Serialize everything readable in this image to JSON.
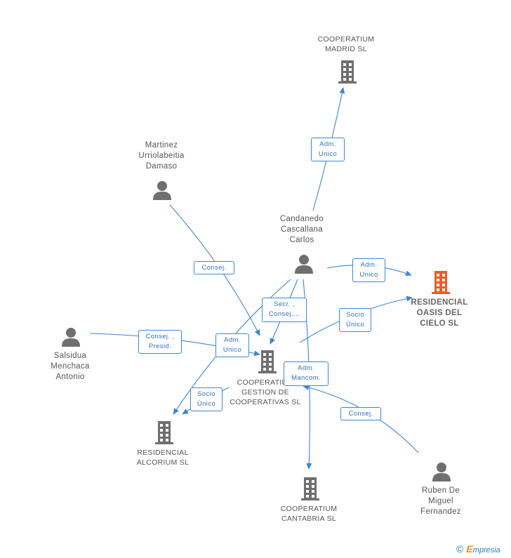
{
  "nodes": {
    "cooperatium_madrid": {
      "label": "COOPERATIUM\nMADRID SL"
    },
    "martinez": {
      "label": "Martinez\nUrriolabeitia\nDamaso"
    },
    "candanedo": {
      "label": "Candanedo\nCascallana\nCarlos"
    },
    "residencial_oasis": {
      "label": "RESIDENCIAL\nOASIS DEL\nCIELO SL"
    },
    "salsidua": {
      "label": "Salsidua\nMenchaca\nAntonio"
    },
    "gestion": {
      "label": "COOPERATIUM\nGESTION DE\nCOOPERATIVAS SL"
    },
    "residencial_alcorium": {
      "label": "RESIDENCIAL\nALCORIUM SL"
    },
    "cooperatium_cantabria": {
      "label": "COOPERATIUM\nCANTABRIA SL"
    },
    "ruben": {
      "label": "Ruben De\nMiguel\nFernandez"
    }
  },
  "edges": {
    "adm_unico_madrid": "Adm.\nUnico",
    "consej_martinez": "Consej.",
    "adm_unico_oasis": "Adm.\nUnico",
    "secr_consej": "Secr. ,\nConsej....",
    "socio_unico_oasis": "Socio\nÚnico",
    "consej_presid": "Consej. ,\nPresid.",
    "adm_unico_alcorium": "Adm.\nUnico",
    "adm_mancom": "Adm.\nMancom.",
    "socio_unico_alcorium": "Socio\nÚnico",
    "consej_ruben": "Consej."
  },
  "colors": {
    "edge": "#3d86d8",
    "icon_gray": "#6f6f6f",
    "icon_highlight": "#f05a28"
  },
  "footer": {
    "copyright_symbol": "©",
    "brand_initial": "E",
    "brand_rest": "mpresia"
  }
}
